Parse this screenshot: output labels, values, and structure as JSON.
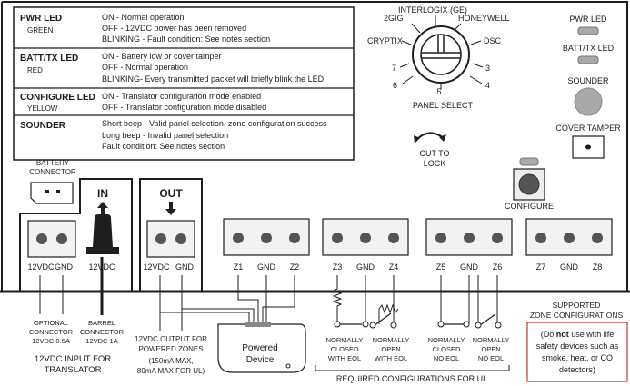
{
  "led_table": [
    {
      "name": "PWR LED",
      "color": "GREEN",
      "lines": [
        "ON - Normal operation",
        "OFF - 12VDC power has been removed",
        "BLINKING - Fault condition: See notes section"
      ]
    },
    {
      "name": "BATT/TX LED",
      "color": "RED",
      "lines": [
        "ON - Battery low or cover tamper",
        "OFF - Normal operation",
        "BLINKING- Every transmitted packet will briefly blink the LED"
      ]
    },
    {
      "name": "CONFIGURE LED",
      "color": "YELLOW",
      "lines": [
        "ON - Translator configuration mode enabled",
        "OFF - Translator configuration mode disabled"
      ]
    },
    {
      "name": "SOUNDER",
      "color": "",
      "lines": [
        "Short beep - Valid panel selection, zone configuration success",
        "Long beep  - Invalid panel selection",
        "Fault condition: See notes section"
      ]
    }
  ],
  "panel_select": {
    "labels": {
      "p2gig": "2GIG",
      "interlogix": "INTERLOGIX (GE)",
      "honeywell": "HONEYWELL",
      "cryptix": "CRYPTIX",
      "dsc": "DSC",
      "n7": "7",
      "n3": "3",
      "n6": "6",
      "n4": "4",
      "n5": "5"
    },
    "title": "PANEL SELECT"
  },
  "right_panel": {
    "pwr_led": "PWR LED",
    "batt_led": "BATT/TX LED",
    "sounder": "SOUNDER",
    "cover_tamper": "COVER TAMPER"
  },
  "cut_to_lock": [
    "CUT TO",
    "LOCK"
  ],
  "configure": "CONFIGURE",
  "battery_connector": [
    "BATTERY",
    "CONNECTOR"
  ],
  "in_label": "IN",
  "out_label": "OUT",
  "terminals": {
    "in_12vdc": "12VDC",
    "in_gnd": "GND",
    "barrel_12vdc": "12VDC",
    "out_12vdc": "12VDC",
    "out_gnd": "GND",
    "z1": "Z1",
    "gnd1": "GND",
    "z2": "Z2",
    "z3": "Z3",
    "gnd2": "GND",
    "z4": "Z4",
    "z5": "Z5",
    "gnd3": "GND",
    "z6": "Z6",
    "z7": "Z7",
    "gnd4": "GND",
    "z8": "Z8"
  },
  "optional_connector": [
    "OPTIONAL",
    "CONNECTOR",
    "12VDC 0.5A"
  ],
  "barrel_connector": [
    "BARREL",
    "CONNECTOR",
    "12VDC 1A"
  ],
  "input_label": [
    "12VDC INPUT FOR",
    "TRANSLATOR"
  ],
  "output_label": [
    "12VDC OUTPUT FOR",
    "POWERED ZONES",
    "(150mA MAX,",
    "80mA MAX FOR UL)"
  ],
  "powered_device": [
    "Powered",
    "Device"
  ],
  "configs": [
    [
      "NORMALLY",
      "CLOSED",
      "WITH EOL"
    ],
    [
      "NORMALLY",
      "OPEN",
      "WITH EOL"
    ],
    [
      "NORMALLY",
      "CLOSED",
      "NO EOL"
    ],
    [
      "NORMALLY",
      "OPEN",
      "NO EOL"
    ]
  ],
  "required_configs": "REQUIRED CONFIGURATIONS FOR UL",
  "supported": [
    "SUPPORTED",
    "ZONE  CONFIGURATIONS"
  ],
  "warning": {
    "pre": "(Do ",
    "bold": "not",
    "post": " use with life",
    "lines": [
      "safety devices such as",
      "smoke, heat, or CO",
      "detectors)"
    ]
  },
  "colors": {
    "line": "#1e1e1e",
    "terminal_fill": "#f2f2f2",
    "screw": "#555555",
    "led": "#a8a8a8",
    "warning_border": "#c0392b"
  }
}
